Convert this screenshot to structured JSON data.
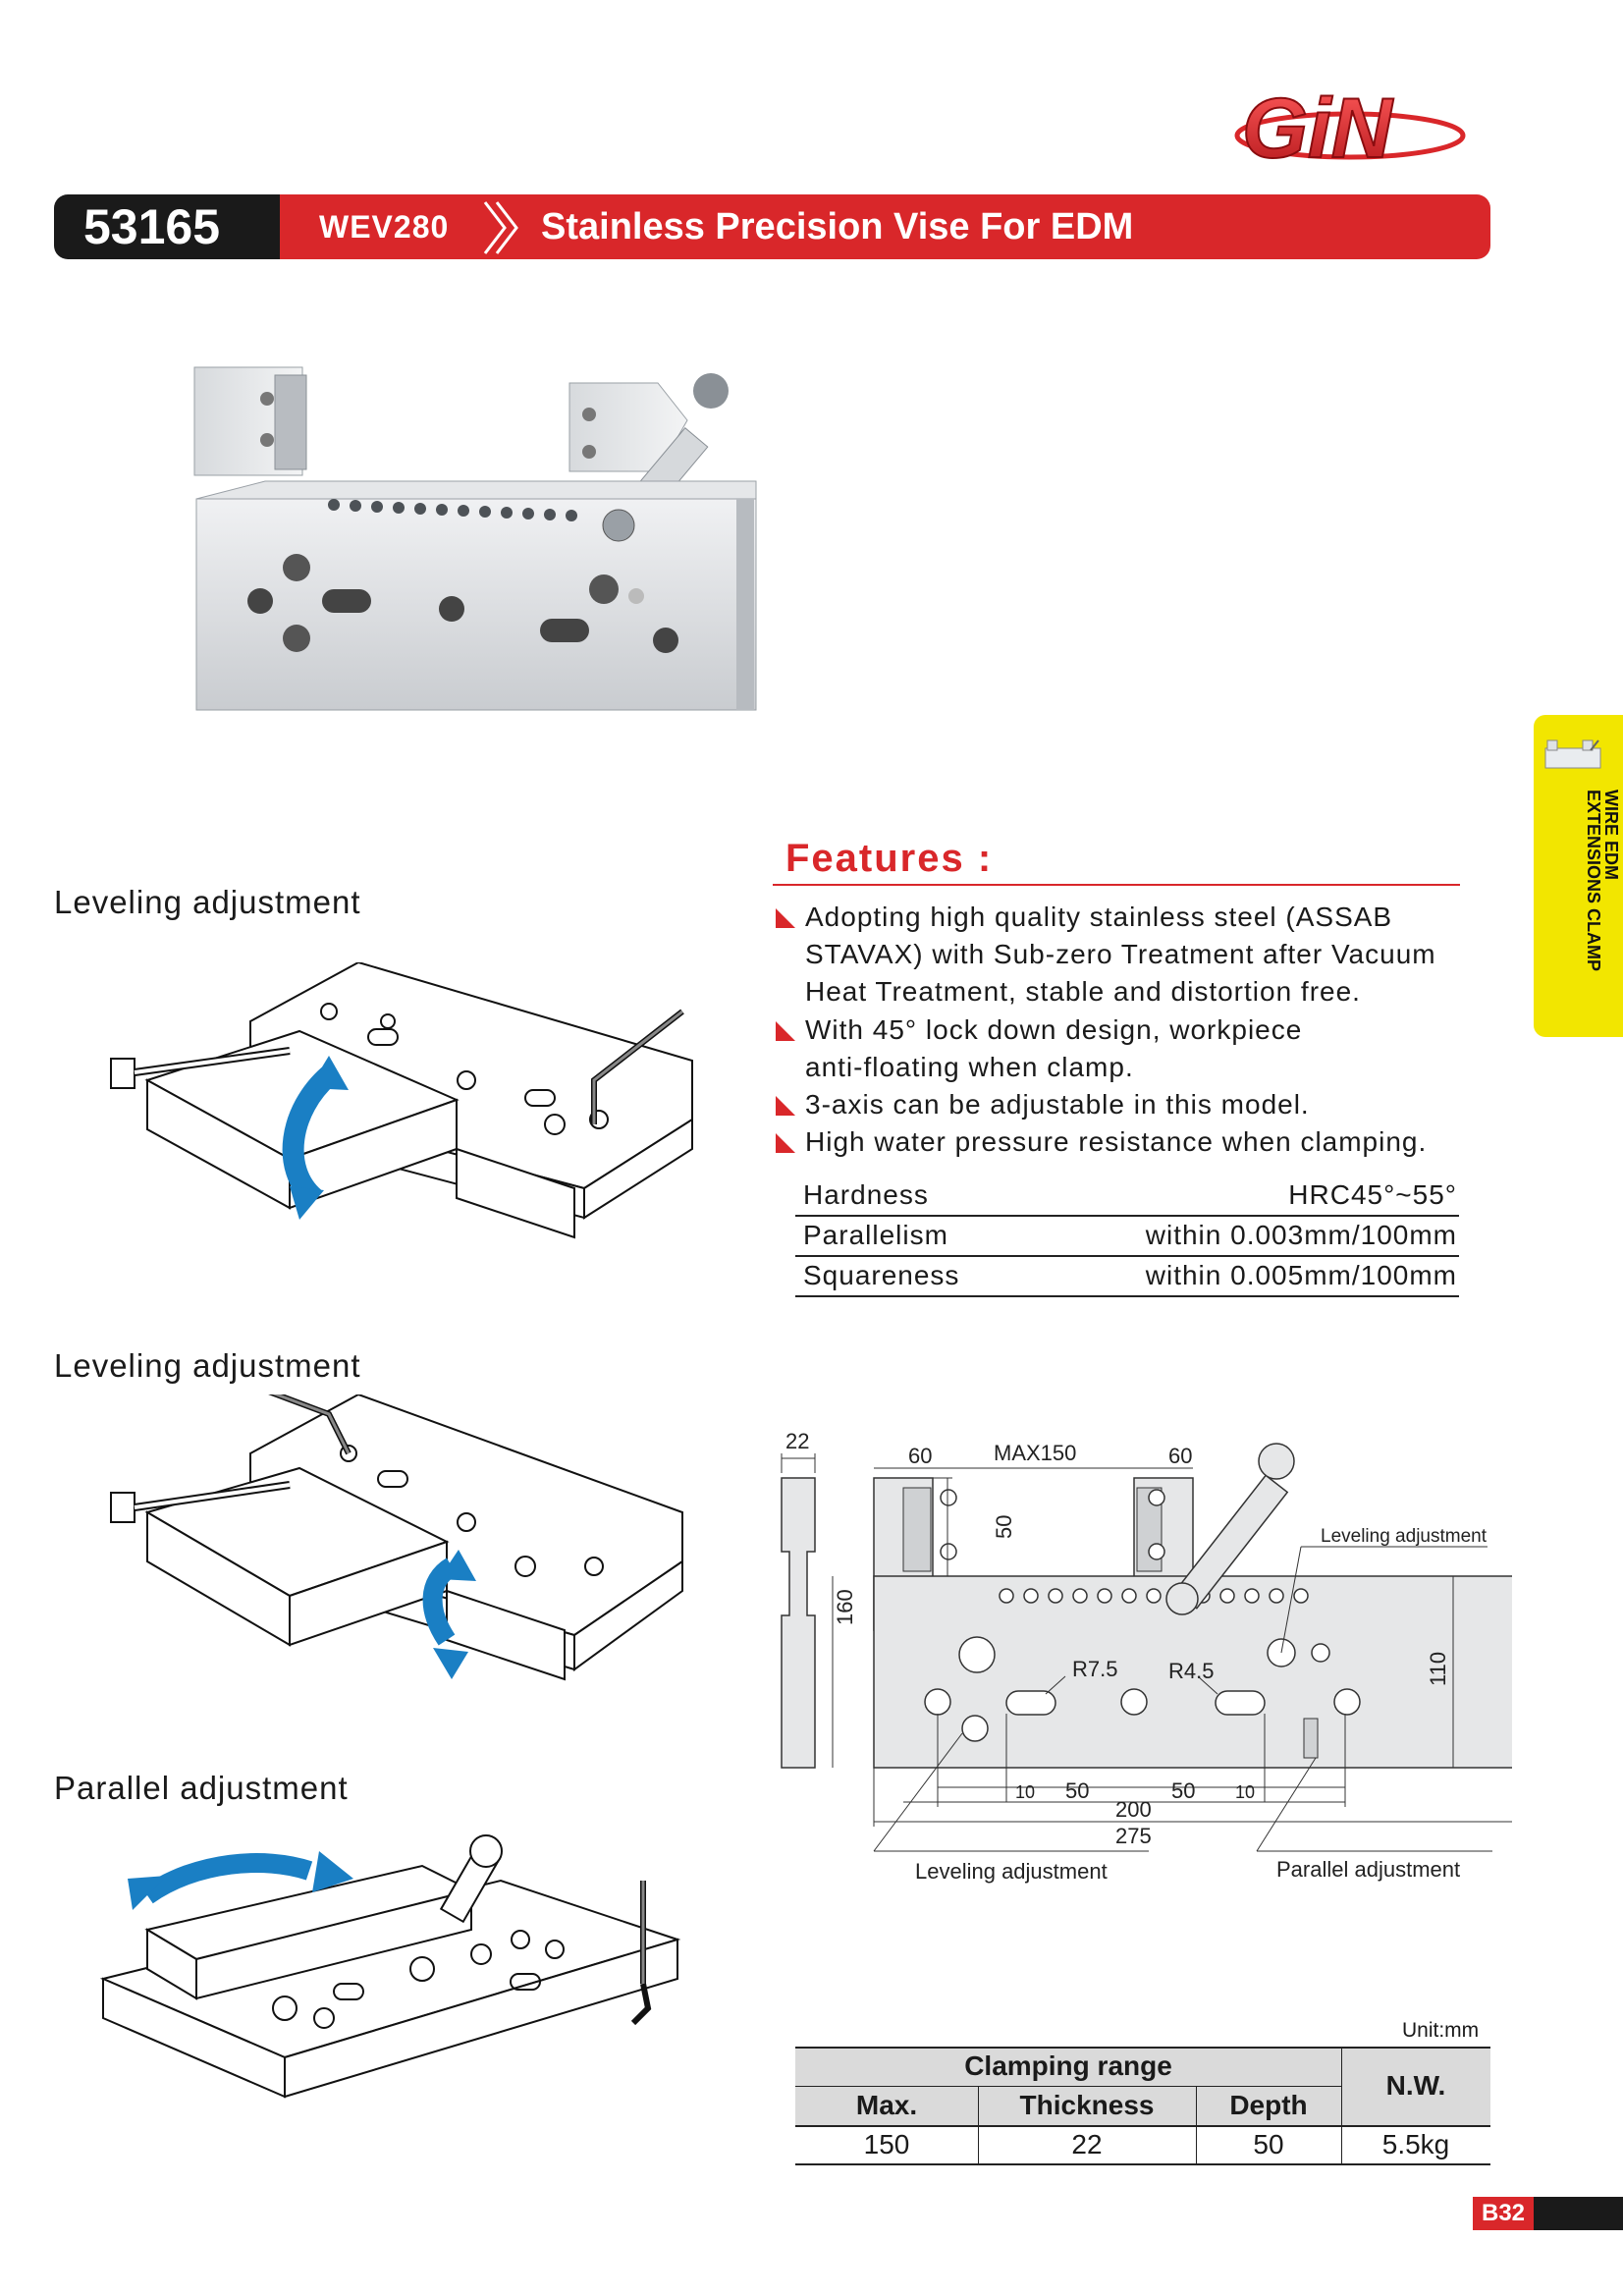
{
  "brand": {
    "logo_text": "GiN"
  },
  "banner": {
    "code": "53165",
    "model": "WEV280",
    "title": "Stainless Precision Vise For EDM"
  },
  "side_tab": {
    "line1": "WIRE EDM",
    "line2": "EXTENSIONS CLAMP"
  },
  "captions": {
    "leveling1": "Leveling adjustment",
    "leveling2": "Leveling adjustment",
    "parallel": "Parallel adjustment"
  },
  "features": {
    "title": "Features :",
    "items": [
      "Adopting high quality stainless steel (ASSAB\nSTAVAX) with Sub-zero Treatment after Vacuum\nHeat Treatment, stable and distortion free.",
      "With 45° lock down design, workpiece\nanti-floating when clamp.",
      "3-axis can be adjustable in this model.",
      "High water pressure resistance when clamping."
    ]
  },
  "specs": [
    {
      "label": "Hardness",
      "value": "HRC45°~55°"
    },
    {
      "label": "Parallelism",
      "value": "within 0.003mm/100mm"
    },
    {
      "label": "Squareness",
      "value": "within 0.005mm/100mm"
    }
  ],
  "drawing": {
    "dims": [
      "22",
      "60",
      "MAX150",
      "60",
      "50",
      "160",
      "110",
      "R7.5",
      "R4.5",
      "10",
      "50",
      "50",
      "10",
      "200",
      "275"
    ],
    "label_leveling_top": "Leveling adjustment",
    "label_leveling_bottom": "Leveling adjustment",
    "label_parallel": "Parallel adjustment"
  },
  "table": {
    "unit": "Unit:mm",
    "group_header": "Clamping range",
    "headers": [
      "Max.",
      "Thickness",
      "Depth",
      "N.W."
    ],
    "row": [
      "150",
      "22",
      "50",
      "5.5kg"
    ]
  },
  "page": "B32",
  "colors": {
    "brand_red": "#d9272a",
    "dark": "#1a1a1a",
    "tab_yellow": "#f2e600",
    "arrow_blue": "#1a7fc4"
  }
}
